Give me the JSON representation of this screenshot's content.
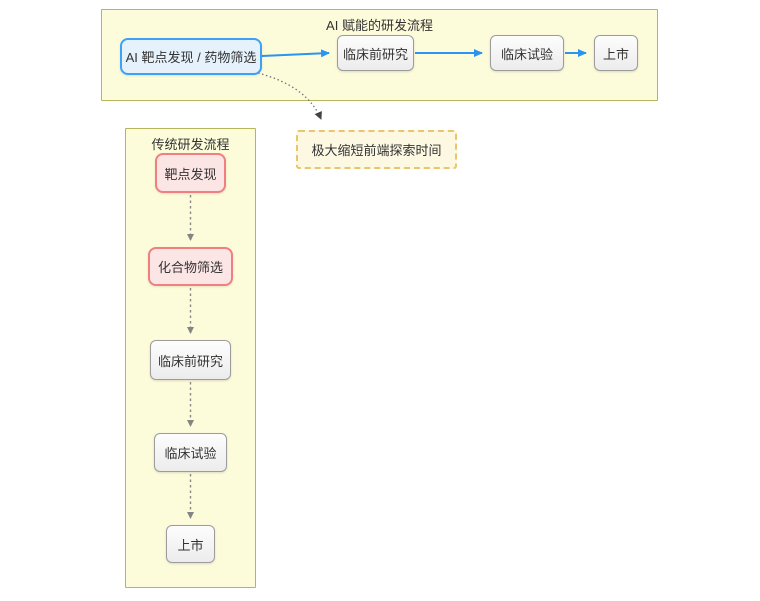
{
  "diagram": {
    "ai_flow": {
      "title": "AI 赋能的研发流程",
      "nodes": [
        {
          "label": "AI 靶点发现 / 药物筛选",
          "style": "blue-highlight"
        },
        {
          "label": "临床前研究",
          "style": "default"
        },
        {
          "label": "临床试验",
          "style": "default"
        },
        {
          "label": "上市",
          "style": "default"
        }
      ]
    },
    "traditional_flow": {
      "title": "传统研发流程",
      "nodes": [
        {
          "label": "靶点发现",
          "style": "red-highlight"
        },
        {
          "label": "化合物筛选",
          "style": "red-highlight"
        },
        {
          "label": "临床前研究",
          "style": "default"
        },
        {
          "label": "临床试验",
          "style": "default"
        },
        {
          "label": "上市",
          "style": "default"
        }
      ]
    },
    "note": {
      "label": "极大缩短前端探索时间"
    },
    "colors": {
      "cluster_fill": "#fcfbda",
      "cluster_border": "#b5b55e",
      "ai_node_fill": "#e5f2fc",
      "ai_node_border": "#3ea0f6",
      "trad_highlight_fill": "#fce5e5",
      "trad_highlight_border": "#f17f7f",
      "default_node_fill": "#ececec",
      "default_node_border": "#9c9c9c",
      "note_fill": "#fdf8e2",
      "note_border": "#e9c66c",
      "ai_edge": "#2b93f0",
      "trad_edge": "#8a8a8a",
      "annotation_edge": "#737373"
    }
  }
}
